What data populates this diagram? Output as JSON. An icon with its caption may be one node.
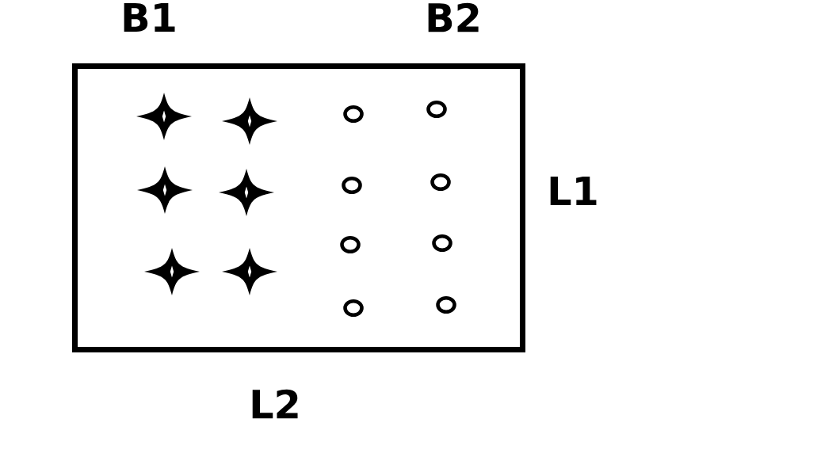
{
  "diagram": {
    "labels": [
      "B1",
      "B2",
      "L1",
      "L2"
    ]
  }
}
